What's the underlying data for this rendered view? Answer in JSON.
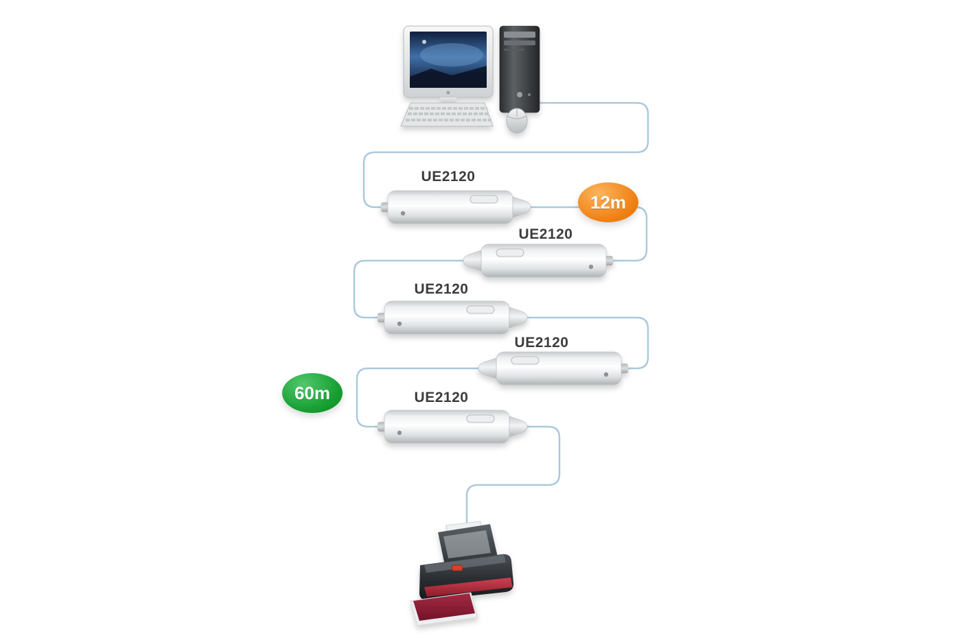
{
  "diagram": {
    "computer": {
      "name": "desktop-computer"
    },
    "printer": {
      "name": "portable-printer"
    },
    "extenders": [
      {
        "label": "UE2120"
      },
      {
        "label": "UE2120"
      },
      {
        "label": "UE2120"
      },
      {
        "label": "UE2120"
      },
      {
        "label": "UE2120"
      }
    ],
    "badges": [
      {
        "label": "12m",
        "color": "#f08418"
      },
      {
        "label": "60m",
        "color": "#17a033"
      }
    ],
    "cable_color": "#aac9dd"
  }
}
